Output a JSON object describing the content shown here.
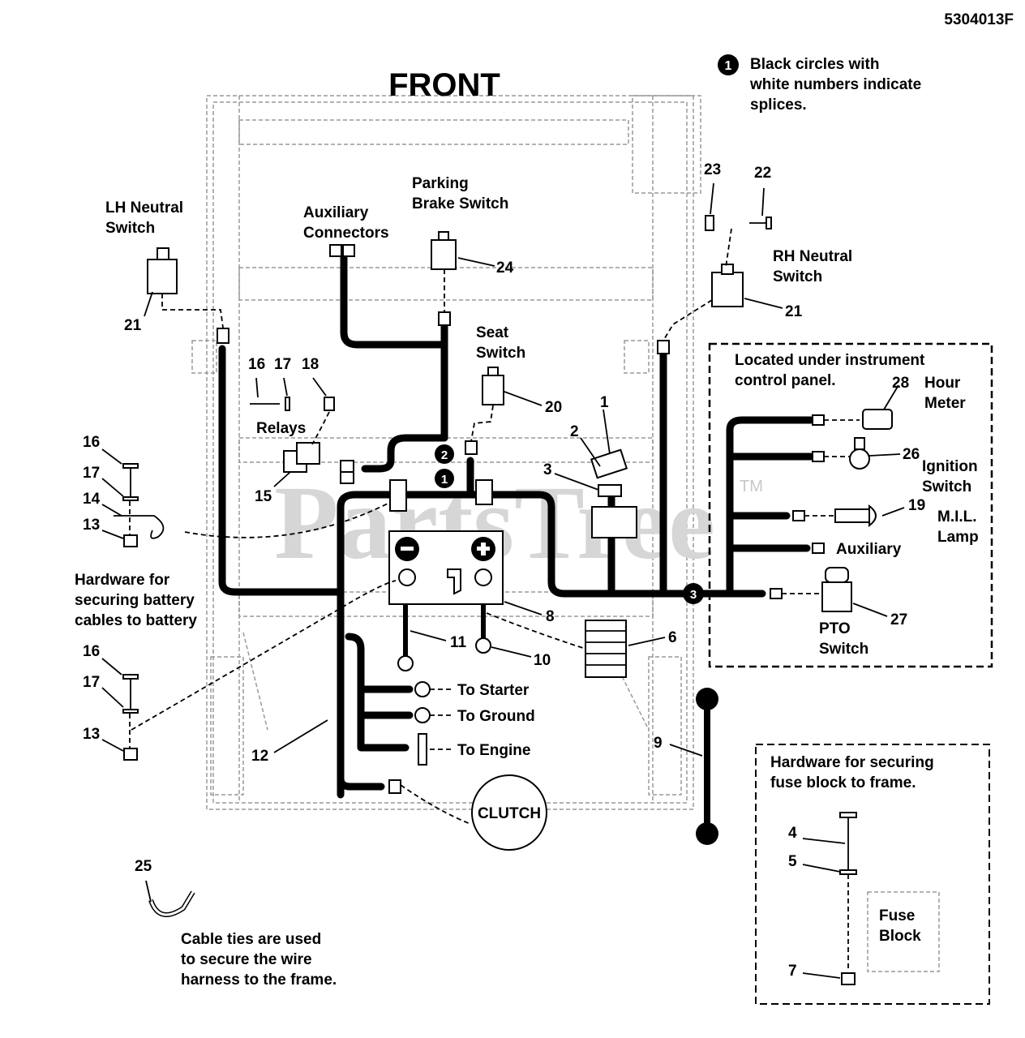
{
  "doc_id": "5304013F",
  "title": "FRONT",
  "legend": {
    "symbol": "1",
    "line1": "Black circles with",
    "line2": "white numbers indicate",
    "line3": "splices."
  },
  "watermark": "PartsTree",
  "watermark_tm": "TM",
  "splices": [
    "1",
    "2",
    "3"
  ],
  "callouts": {
    "c1": "1",
    "c2": "2",
    "c3": "3",
    "c4": "4",
    "c5": "5",
    "c6": "6",
    "c7": "7",
    "c8": "8",
    "c9": "9",
    "c10": "10",
    "c11": "11",
    "c12": "12",
    "c13a": "13",
    "c13b": "13",
    "c14": "14",
    "c15": "15",
    "c16a": "16",
    "c16b": "16",
    "c16c": "16",
    "c17a": "17",
    "c17b": "17",
    "c17c": "17",
    "c18": "18",
    "c19": "19",
    "c20": "20",
    "c21a": "21",
    "c21b": "21",
    "c22": "22",
    "c23": "23",
    "c24": "24",
    "c25": "25",
    "c26": "26",
    "c27": "27",
    "c28": "28"
  },
  "labels": {
    "lh_neutral_1": "LH Neutral",
    "lh_neutral_2": "Switch",
    "aux_conn_1": "Auxiliary",
    "aux_conn_2": "Connectors",
    "parking_1": "Parking",
    "parking_2": "Brake Switch",
    "rh_neutral_1": "RH Neutral",
    "rh_neutral_2": "Switch",
    "seat_1": "Seat",
    "seat_2": "Switch",
    "relays": "Relays",
    "battery_hw_1": "Hardware for",
    "battery_hw_2": "securing battery",
    "battery_hw_3": "cables to battery",
    "to_starter": "To Starter",
    "to_ground": "To Ground",
    "to_engine": "To Engine",
    "clutch": "CLUTCH",
    "cable_ties_1": "Cable ties are used",
    "cable_ties_2": "to secure the wire",
    "cable_ties_3": "harness to the frame.",
    "panel_note_1": "Located under instrument",
    "panel_note_2": "control panel.",
    "hour_meter_1": "Hour",
    "hour_meter_2": "Meter",
    "ignition_1": "Ignition",
    "ignition_2": "Switch",
    "mil_1": "M.I.L.",
    "mil_2": "Lamp",
    "auxiliary": "Auxiliary",
    "pto_1": "PTO",
    "pto_2": "Switch",
    "fuse_hw_1": "Hardware for securing",
    "fuse_hw_2": "fuse block to frame.",
    "fuse_block_1": "Fuse",
    "fuse_block_2": "Block"
  }
}
